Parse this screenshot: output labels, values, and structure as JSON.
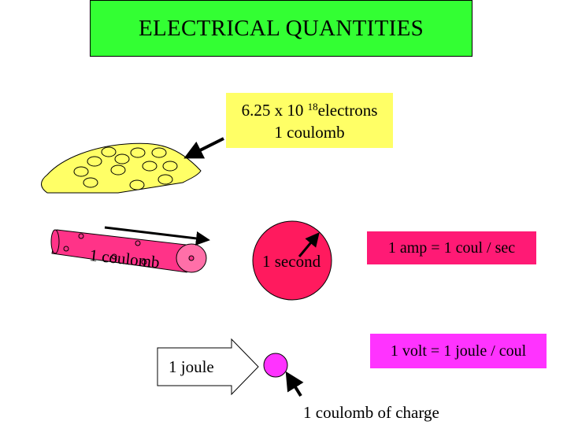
{
  "title": "ELECTRICAL QUANTITIES",
  "electrons": {
    "line1_prefix": "6.25 x 10 ",
    "exponent": "18",
    "line1_suffix": "electrons",
    "line2": "1 coulomb"
  },
  "wire_label": "1 coulomb",
  "clock_label": "1 second",
  "amp_definition": "1 amp = 1 coul / sec",
  "volt_definition": "1 volt = 1 joule / coul",
  "joule_label": "1 joule",
  "charge_label": "1 coulomb of charge",
  "colors": {
    "title_bg": "#33ff33",
    "electron_fill": "#ffff66",
    "wire": "#ff3388",
    "clock": "#ff1a5e",
    "charge": "#ff33ff"
  }
}
